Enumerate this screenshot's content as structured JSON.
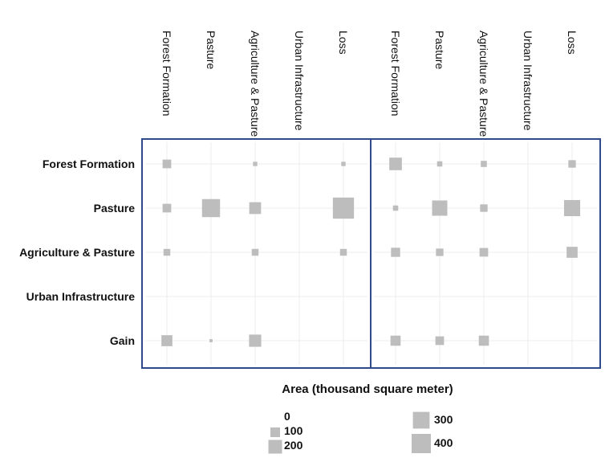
{
  "chart_data": {
    "type": "heatmap",
    "title": "Area (thousand square meter)",
    "columns": [
      "Forest Formation",
      "Pasture",
      "Agriculture & Pasture",
      "Urban Infrastructure",
      "Loss"
    ],
    "rows": [
      "Forest Formation",
      "Pasture",
      "Agriculture & Pasture",
      "Urban Infrastructure",
      "Gain"
    ],
    "size_legend": {
      "labels": [
        "0",
        "100",
        "200",
        "300",
        "400"
      ],
      "values": [
        0,
        100,
        200,
        300,
        400
      ]
    },
    "colors": {
      "square": "#bdbdbd",
      "frame": "#2f4a8a",
      "grid": "#ececec"
    },
    "panels": [
      {
        "values": [
          [
            80,
            0,
            20,
            0,
            20
          ],
          [
            80,
            350,
            150,
            0,
            480
          ],
          [
            50,
            0,
            50,
            0,
            50
          ],
          [
            0,
            0,
            0,
            0,
            0
          ],
          [
            130,
            10,
            160,
            0,
            0
          ]
        ]
      },
      {
        "values": [
          [
            170,
            30,
            40,
            0,
            60
          ],
          [
            30,
            250,
            60,
            0,
            280
          ],
          [
            90,
            60,
            80,
            0,
            130
          ],
          [
            0,
            0,
            0,
            0,
            0
          ],
          [
            110,
            80,
            110,
            0,
            0
          ]
        ]
      }
    ]
  }
}
